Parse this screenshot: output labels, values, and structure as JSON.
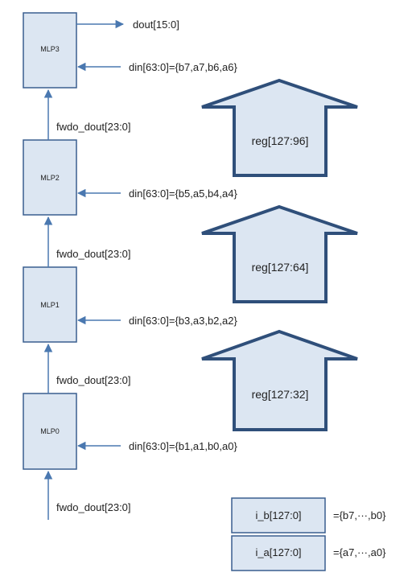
{
  "blocks": {
    "mlp3": "MLP3",
    "mlp2": "MLP2",
    "mlp1": "MLP1",
    "mlp0": "MLP0"
  },
  "signals": {
    "dout": "dout[15:0]",
    "din3": "din[63:0]={b7,a7,b6,a6}",
    "din2": "din[63:0]={b5,a5,b4,a4}",
    "din1": "din[63:0]={b3,a3,b2,a2}",
    "din0": "din[63:0]={b1,a1,b0,a0}",
    "fwdo_2_3": "fwdo_dout[23:0]",
    "fwdo_1_2": "fwdo_dout[23:0]",
    "fwdo_0_1": "fwdo_dout[23:0]",
    "fwdo_in": "fwdo_dout[23:0]"
  },
  "regs": {
    "top": "reg[127:96]",
    "mid": "reg[127:64]",
    "bot": "reg[127:32]"
  },
  "inputs": {
    "i_b": {
      "label": "i_b[127:0]",
      "value": "={b7,···,b0}"
    },
    "i_a": {
      "label": "i_a[127:0]",
      "value": "={a7,···,a0}"
    }
  },
  "colors": {
    "block_fill": "#dce6f2",
    "block_stroke": "#3a5f8f",
    "arrow_stroke": "#2f4f7a",
    "wire": "#4a78b0"
  }
}
